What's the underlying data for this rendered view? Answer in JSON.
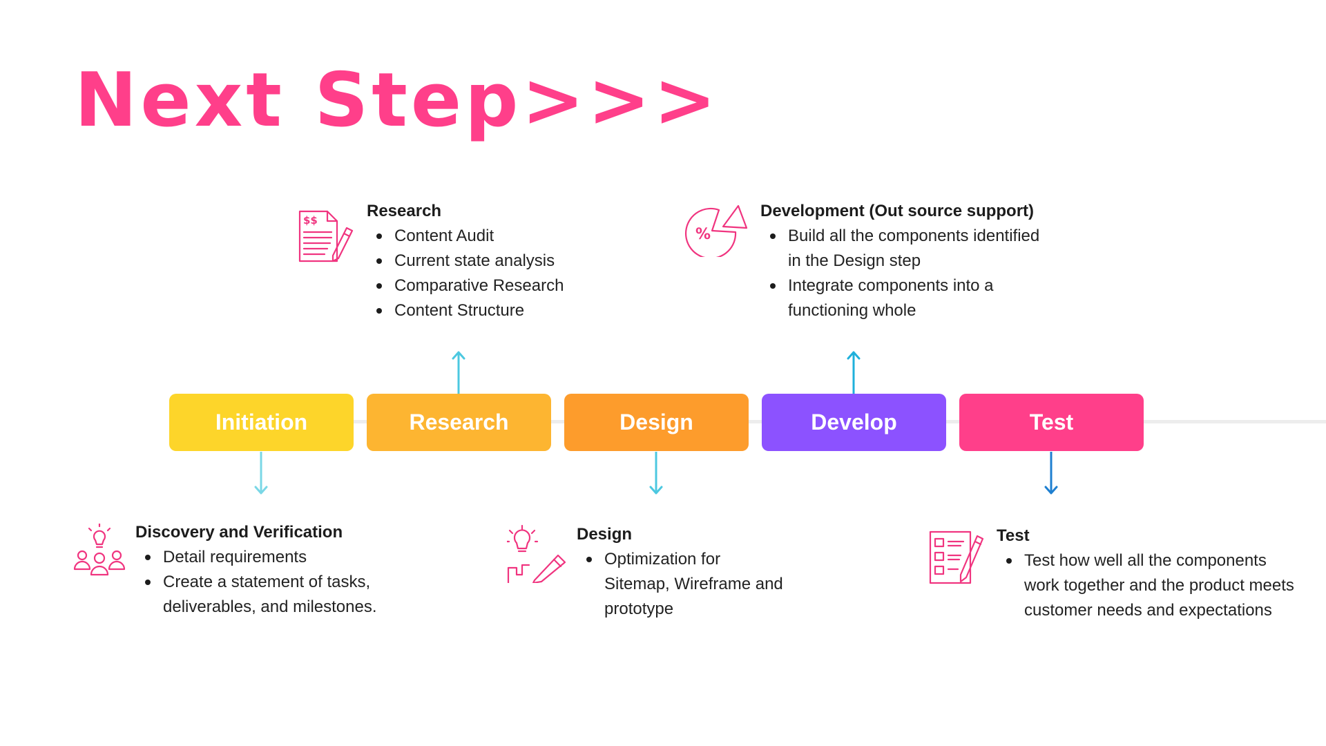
{
  "title": "Next Step>>>",
  "colors": {
    "title": "#ff3f8a",
    "icon": "#f0347f",
    "arrow_cyan": "#4cc8e0",
    "arrow_light": "#7ad7e6",
    "arrow_blue": "#1e7fd0"
  },
  "steps": [
    {
      "label": "Initiation",
      "color": "#fdd52a"
    },
    {
      "label": "Research",
      "color": "#fdb531"
    },
    {
      "label": "Design",
      "color": "#fd9c2c"
    },
    {
      "label": "Develop",
      "color": "#8c52ff"
    },
    {
      "label": "Test",
      "color": "#ff3f8a"
    }
  ],
  "details": {
    "initiation": {
      "icon": "team-idea-icon",
      "title": "Discovery and Verification",
      "items": [
        "Detail requirements",
        "Create a statement of tasks, deliverables, and milestones."
      ]
    },
    "research": {
      "icon": "invoice-document-icon",
      "title": "Research",
      "items": [
        "Content Audit",
        "Current state analysis",
        "Comparative Research",
        "Content Structure"
      ]
    },
    "design": {
      "icon": "lightbulb-pencil-icon",
      "title": "Design",
      "items": [
        "Optimization for Sitemap, Wireframe and prototype"
      ]
    },
    "develop": {
      "icon": "pie-chart-icon",
      "title": "Development (Out source support)",
      "items": [
        "Build all the components identified in the Design step",
        "Integrate components into a functioning whole"
      ]
    },
    "test": {
      "icon": "checklist-icon",
      "title": "Test",
      "items": [
        "Test how well all the components work together and the product meets customer needs and expectations"
      ]
    }
  }
}
